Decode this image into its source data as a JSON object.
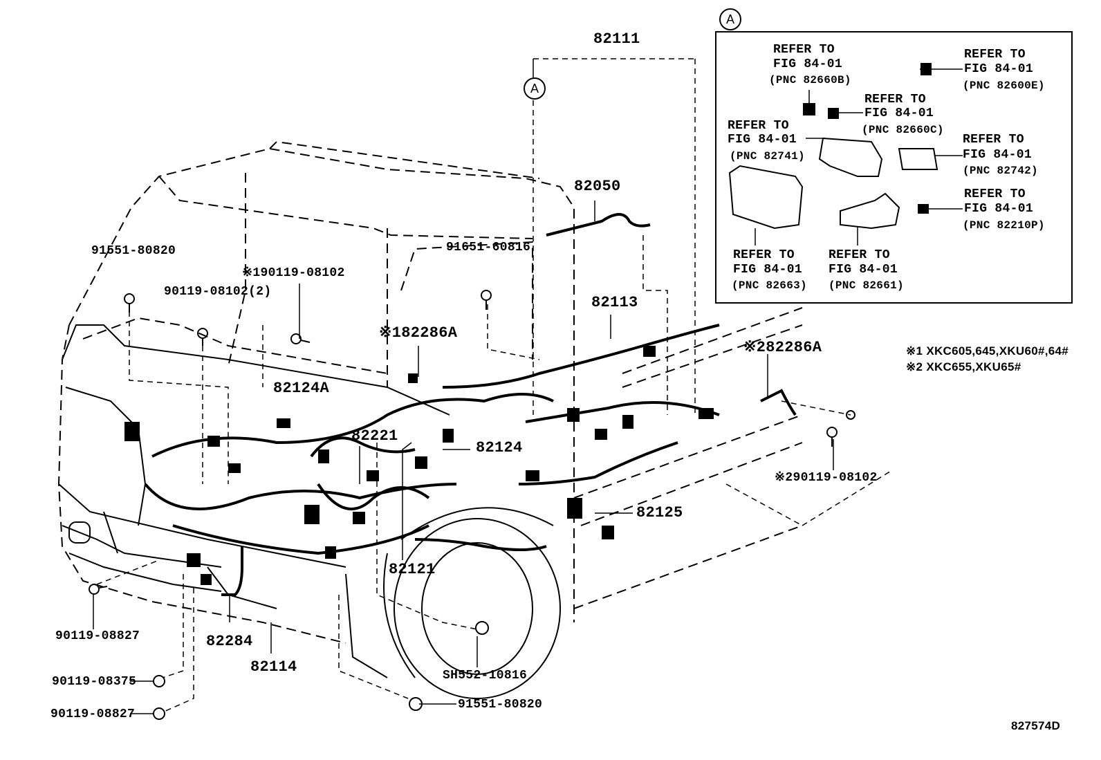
{
  "diagram": {
    "id": "827574D",
    "inset_tag": "A",
    "view_tag": "A",
    "part_numbers": {
      "p82111": "82111",
      "p82050": "82050",
      "p82113": "82113",
      "p82124A": "82124A",
      "p82221": "82221",
      "p82124": "82124",
      "p82125": "82125",
      "p82121": "82121",
      "p82284": "82284",
      "p82114": "82114",
      "p82286A_1": "※182286A",
      "p82286A_2": "※282286A"
    },
    "fasteners": {
      "f91551_top": "91551-80820",
      "f90119_08102_2": "90119-08102(2)",
      "f90119_08102_1": "※190119-08102",
      "f91651": "91651-60816",
      "f90119_08102_n2": "※290119-08102",
      "f90119_08827_a": "90119-08827",
      "f90119_08375": "90119-08375",
      "f90119_08827_b": "90119-08827",
      "f91551_bottom": "91551-80820",
      "fSH552": "SH552-10816"
    },
    "notes": {
      "n1": "※1 XKC605,645,XKU60#,64#",
      "n2": "※2 XKC655,XKU65#"
    },
    "inset": {
      "r1": {
        "line1": "REFER TO",
        "line2": "FIG 84-01",
        "pnc": "(PNC 82660B)"
      },
      "r2": {
        "line1": "REFER TO",
        "line2": "FIG 84-01",
        "pnc": "(PNC 82600E)"
      },
      "r3": {
        "line1": "REFER TO",
        "line2": "FIG 84-01",
        "pnc": "(PNC 82660C)"
      },
      "r4": {
        "line1": "REFER TO",
        "line2": "FIG 84-01",
        "pnc": "(PNC 82741)"
      },
      "r5": {
        "line1": "REFER TO",
        "line2": "FIG 84-01",
        "pnc": "(PNC 82742)"
      },
      "r6": {
        "line1": "REFER TO",
        "line2": "FIG 84-01",
        "pnc": "(PNC 82210P)"
      },
      "r7": {
        "line1": "REFER TO",
        "line2": "FIG 84-01",
        "pnc": "(PNC 82663)"
      },
      "r8": {
        "line1": "REFER TO",
        "line2": "FIG 84-01",
        "pnc": "(PNC 82661)"
      }
    }
  }
}
